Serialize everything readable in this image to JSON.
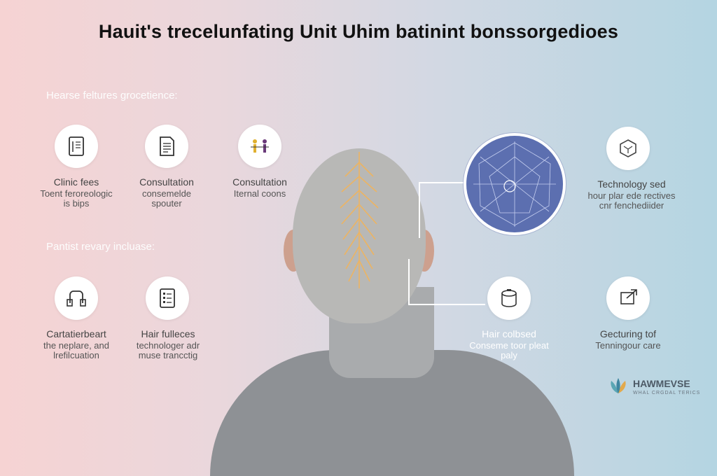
{
  "title": "Hauit's trecelunfating Unit Uhim batinint bonssorgedioes",
  "sections": {
    "top": "Hearse feltures grocetience:",
    "bottom": "Pantist revary incluase:"
  },
  "items": {
    "clinic_fees": {
      "heading": "Clinic fees",
      "line1": "Toent feroreologic",
      "line2": "is bips"
    },
    "consultation1": {
      "heading": "Consultation",
      "line1": "consemelde",
      "line2": "spouter"
    },
    "consultation2": {
      "heading": "Consultation",
      "line1": "Iternal coons"
    },
    "technology": {
      "heading": "Technology sed",
      "line1": "hour plar ede rectives",
      "line2": "cnr fenchediider"
    },
    "cartatier": {
      "heading": "Cartatierbeart",
      "line1": "the neplare, and",
      "line2": "lrefilcuation"
    },
    "hair_fulleces": {
      "heading": "Hair fulleces",
      "line1": "technologer adr",
      "line2": "muse trancctig"
    },
    "hair_colbsed": {
      "heading": "Hair colbsed",
      "line1": "Conseme toor pleat",
      "line2": "paly"
    },
    "gecturing": {
      "heading": "Gecturing tof",
      "line1": "Tenningour care"
    }
  },
  "brand": {
    "name": "HAWMEVSE",
    "tagline": "WHAL CRGDAL TERICS"
  }
}
